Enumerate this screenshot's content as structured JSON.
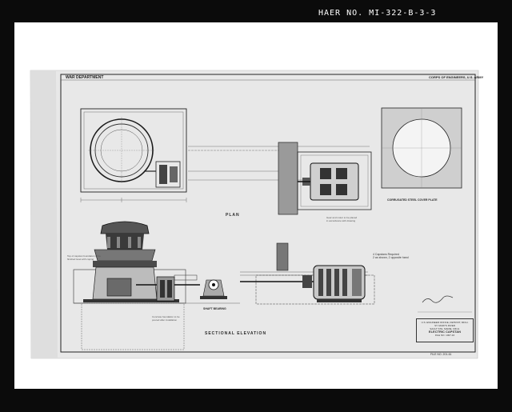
{
  "identifier": "HAER NO. MI-322-B-3-3",
  "sheet": {
    "department": "WAR DEPARTMENT",
    "corps": "CORPS OF ENGINEERS, U.S. ARMY",
    "views": {
      "plan": "PLAN",
      "section": "SECTIONAL ELEVATION",
      "plate": "CORRUGATED STEEL COVER PLATE",
      "bearing": "SHAFT BEARING"
    },
    "notes": {
      "capstans": "4 Capstans Required\n2 as shown, 2 opposite hand",
      "fill": "Top of capstan foundation to be\nfinished level with coping",
      "concrete": "Concrete foundation to be\npoured after installation",
      "gear": "Gear and motor to be placed\nin accordance with drawing"
    },
    "title_block": {
      "agency": "U.S. ENGINEER OFFICE, DETROIT, MICH.",
      "project": "ST. MARYS RIVER",
      "structure": "SAULT STE. MARIE, MICH.",
      "subject": "ELECTRIC CAPSTAN",
      "file": "FILE NO. 1007-16"
    },
    "footer": "FILE NO. 201-61"
  },
  "colors": {
    "paper": "#e9e9e9",
    "line": "#1a1a1a",
    "border": "#0b0b0b"
  }
}
